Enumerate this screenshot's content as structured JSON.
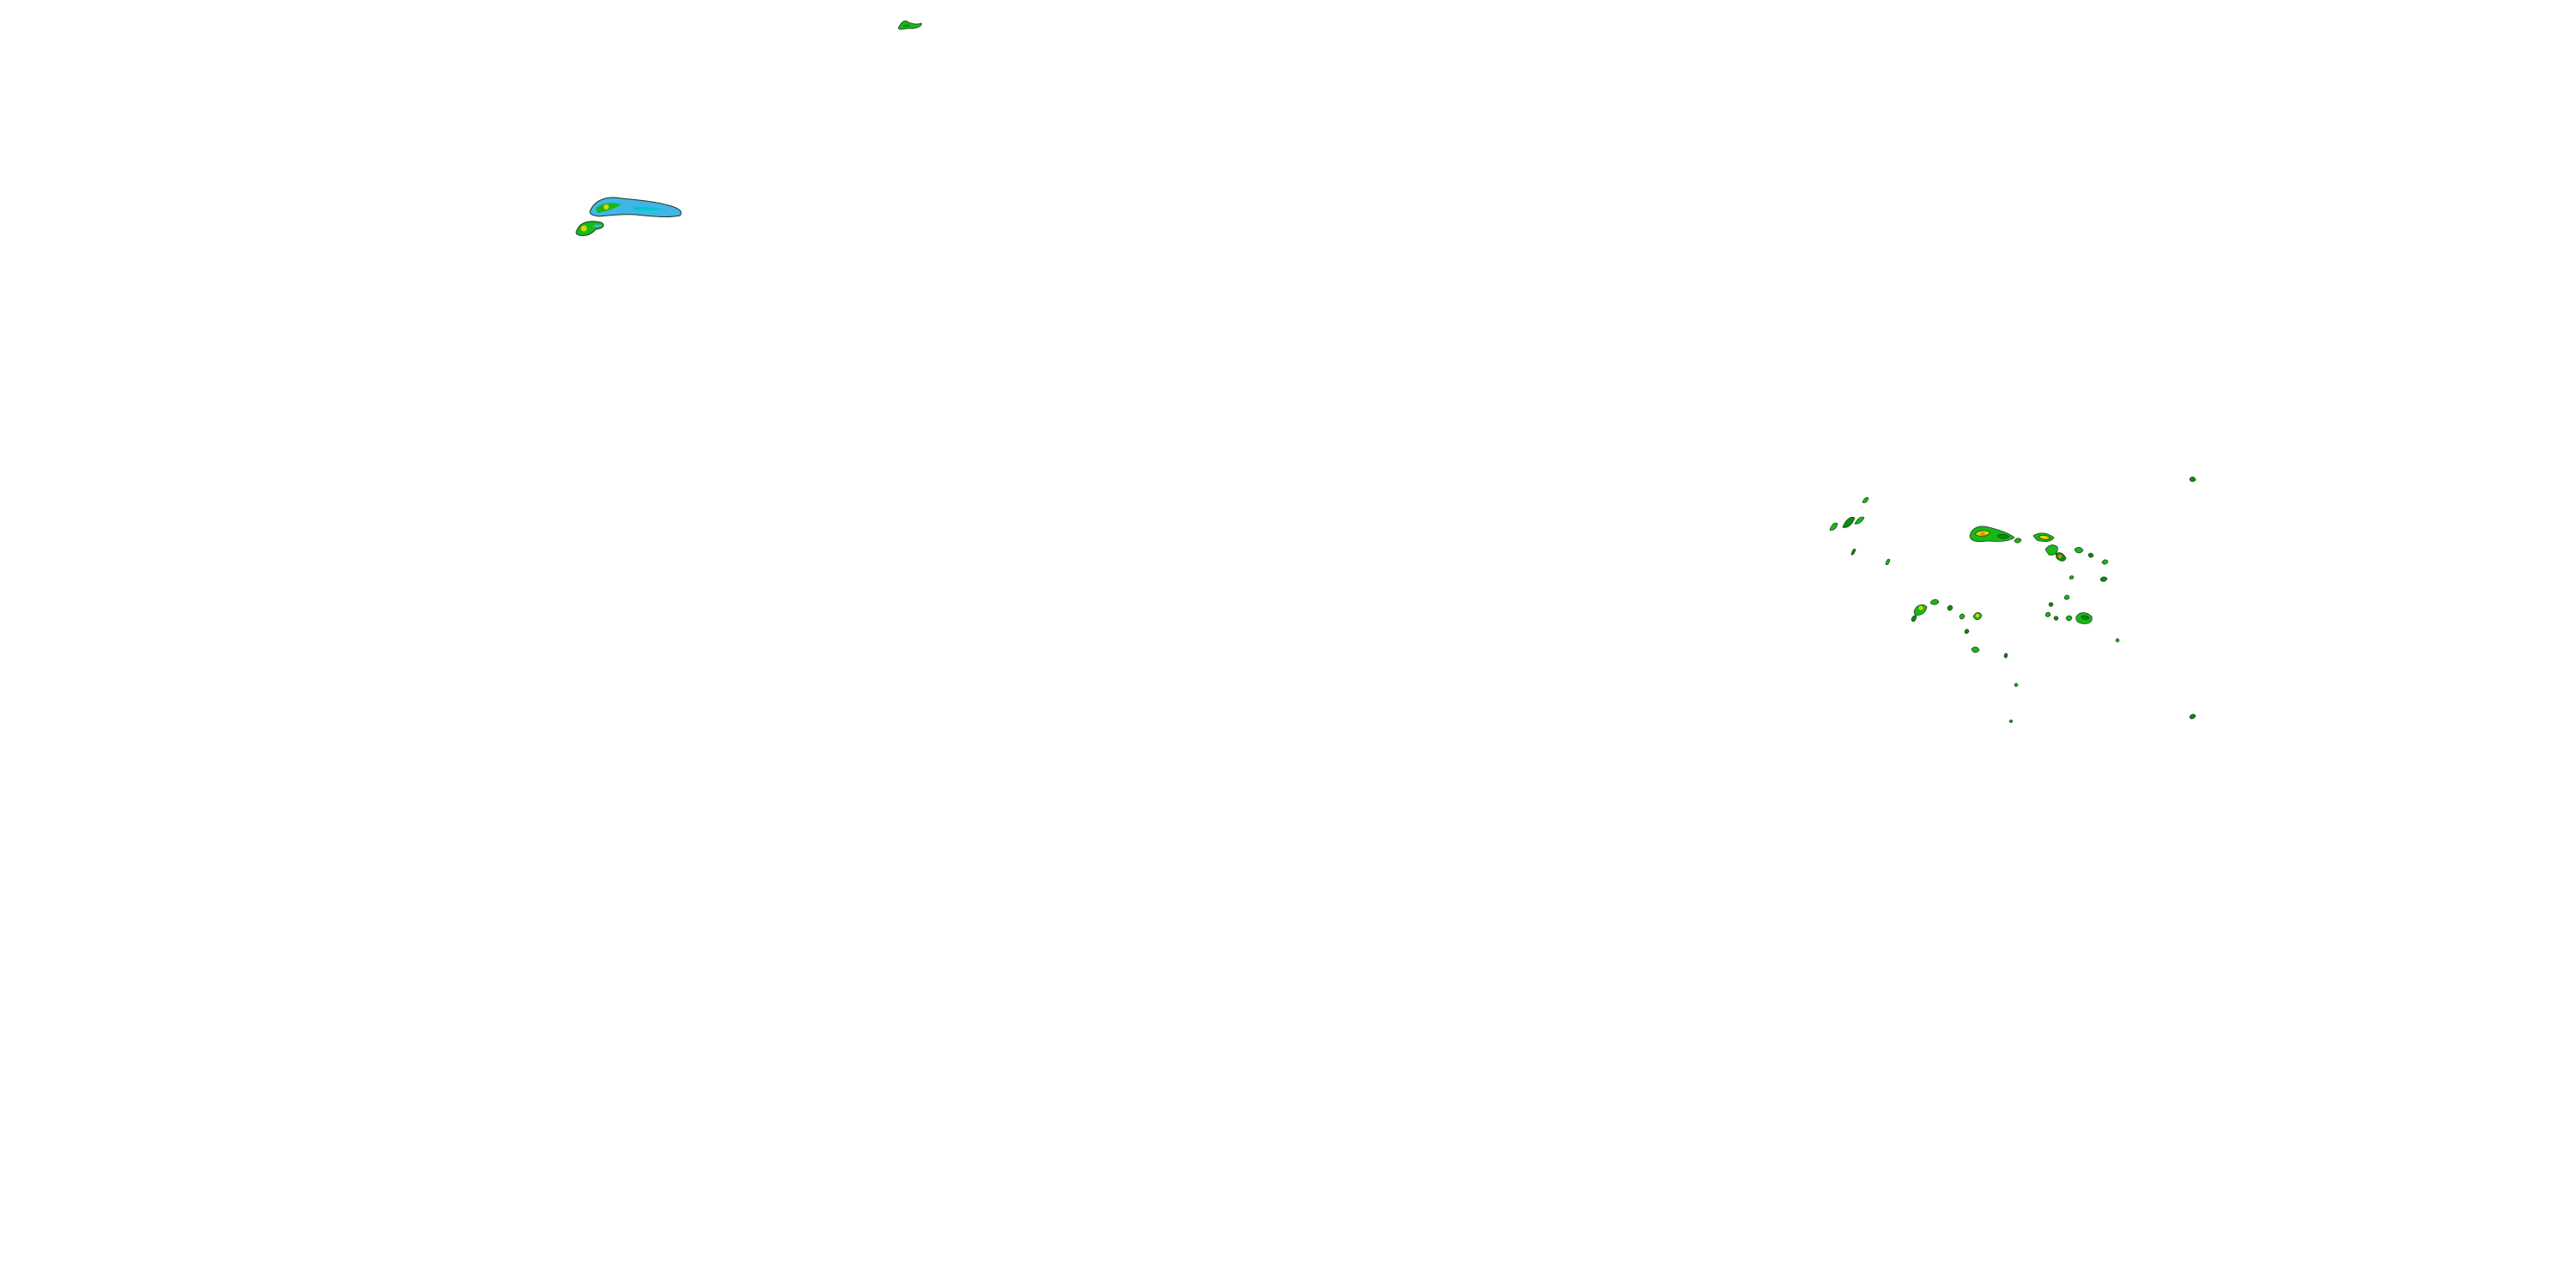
{
  "map": {
    "type": "precipitation-radar-overlay",
    "background": "#ffffff",
    "base_layer": "none",
    "labels": [],
    "legend": "none",
    "intensity_palette": {
      "light": "#00c8c8",
      "light_moderate": "#3fb6e6",
      "moderate": "#18b818",
      "moderate_heavy": "#0a8f0a",
      "heavy": "#d8d800",
      "very_heavy": "#ff7f00",
      "outline": "#1a3a1a"
    },
    "echo_groups": [
      {
        "name": "north-top-echo",
        "cells": 1,
        "dominant_intensity": "moderate"
      },
      {
        "name": "northwest-band-echo",
        "cells": 2,
        "dominant_intensity": "light_moderate"
      },
      {
        "name": "east-cluster-echo",
        "cells": 30,
        "dominant_intensity": "moderate"
      }
    ]
  }
}
